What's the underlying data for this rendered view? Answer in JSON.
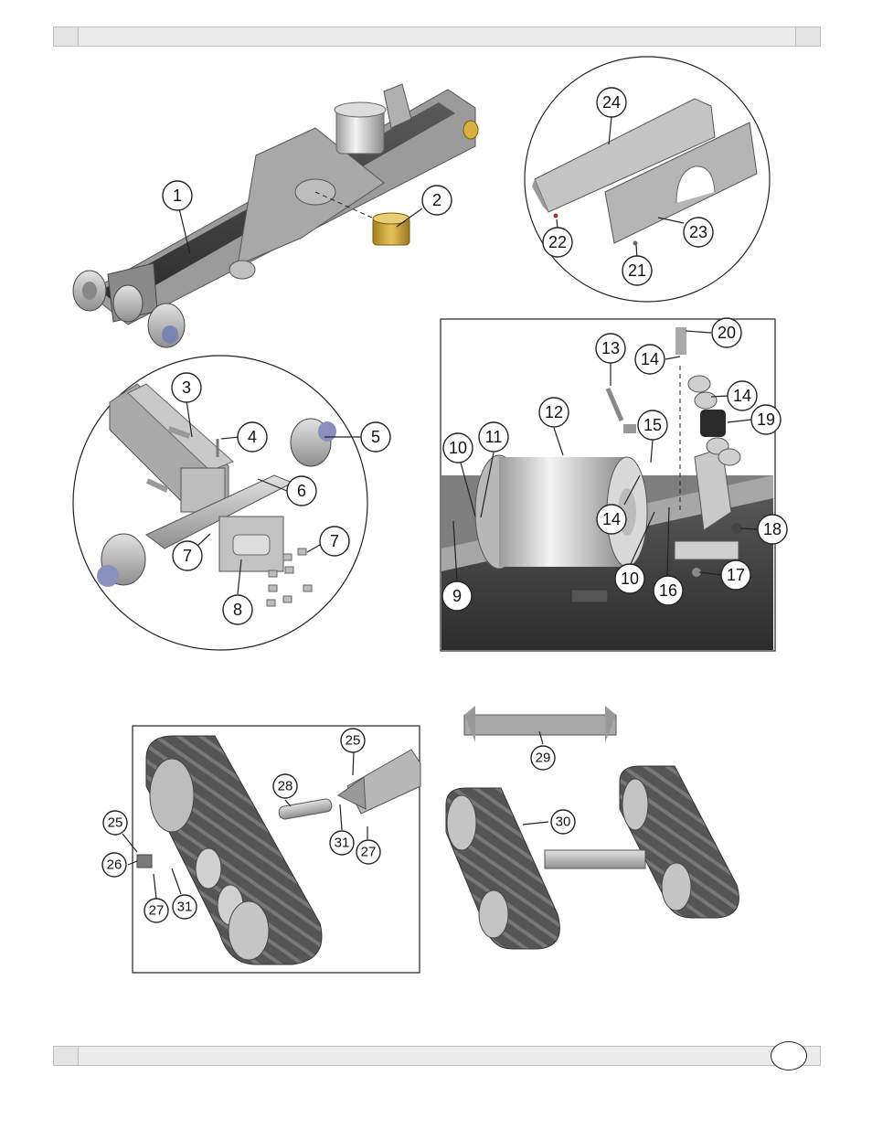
{
  "header": {
    "text": ""
  },
  "footer": {
    "text": "",
    "page_number": ""
  },
  "callouts": {
    "c1": "1",
    "c2": "2",
    "c3": "3",
    "c4": "4",
    "c5": "5",
    "c6": "6",
    "c7a": "7",
    "c7b": "7",
    "c8": "8",
    "c9": "9",
    "c10a": "10",
    "c10b": "10",
    "c11": "11",
    "c12": "12",
    "c13": "13",
    "c14a": "14",
    "c14b": "14",
    "c14c": "14",
    "c15": "15",
    "c16": "16",
    "c17": "17",
    "c18": "18",
    "c19": "19",
    "c20": "20",
    "c21": "21",
    "c22": "22",
    "c23": "23",
    "c24": "24",
    "c25a": "25",
    "c25b": "25",
    "c26": "26",
    "c27a": "27",
    "c27b": "27",
    "c28": "28",
    "c29": "29",
    "c30": "30",
    "c31a": "31",
    "c31b": "31"
  },
  "colors": {
    "frame_dark": "#3a3a3a",
    "frame_mid": "#8a8a8a",
    "frame_light": "#c9c9c9",
    "bushing": "#c9a12e",
    "track": "#4a4a4a"
  }
}
